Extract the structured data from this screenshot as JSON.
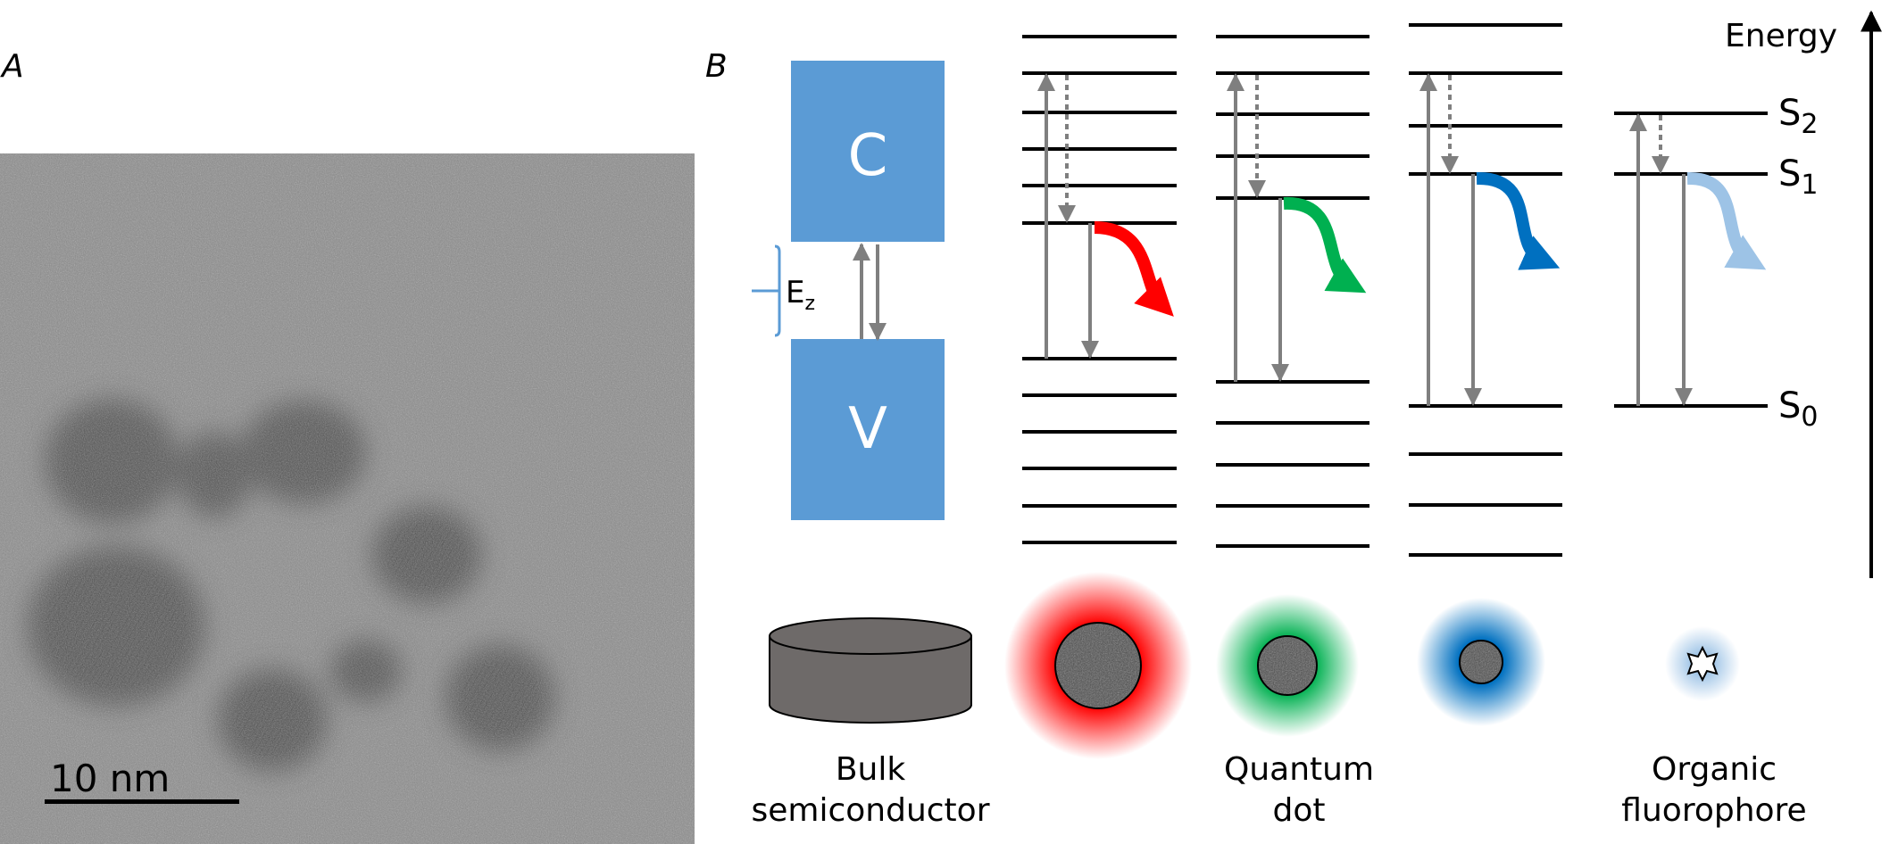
{
  "panels": {
    "a_label": "A",
    "b_label": "B"
  },
  "tem": {
    "scale_label": "10 nm"
  },
  "bands": {
    "conduction": "C",
    "valence": "V",
    "gap_label": "E",
    "gap_sub": "z"
  },
  "axis": {
    "energy_label": "Energy"
  },
  "states": {
    "s2": {
      "base": "S",
      "sub": "2"
    },
    "s1": {
      "base": "S",
      "sub": "1"
    },
    "s0": {
      "base": "S",
      "sub": "0"
    }
  },
  "captions": {
    "bulk_line1": "Bulk",
    "bulk_line2": "semiconductor",
    "qd_line1": "Quantum",
    "qd_line2": "dot",
    "org_line1": "Organic",
    "org_line2": "fluorophore"
  },
  "colors": {
    "band_blue": "#5b9bd5",
    "red_emission": "#ff0000",
    "green_emission": "#00b050",
    "blue_emission": "#0070c0",
    "lightblue_emission": "#9dc3e6",
    "arrow_gray": "#7f7f7f",
    "cylinder_gray": "#6e6a69"
  },
  "icons": [
    "star-icon"
  ]
}
